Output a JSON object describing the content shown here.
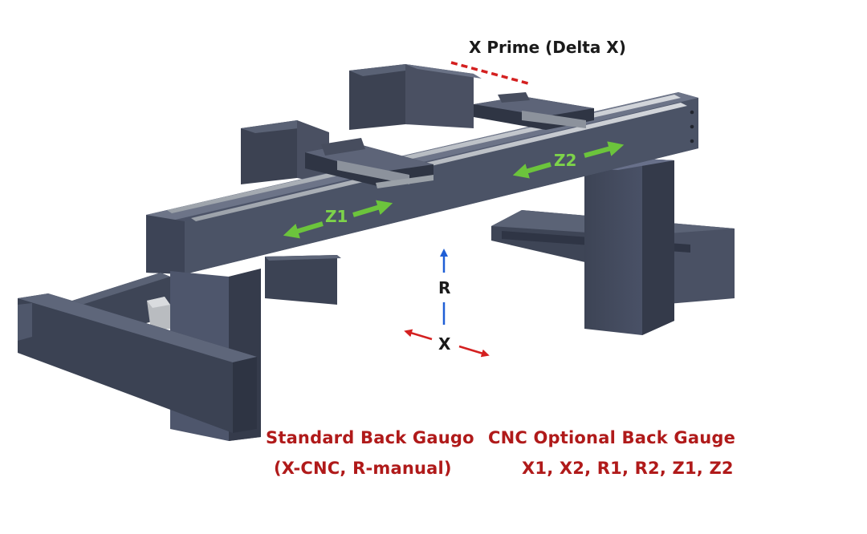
{
  "labels": {
    "x_prime": "X Prime (Delta X)",
    "z1": "Z1",
    "z2": "Z2",
    "r": "R",
    "x": "X"
  },
  "captions": {
    "standard_title": "Standard Back Gaugo",
    "standard_sub": "(X-CNC, R-manual)",
    "optional_title": "CNC Optional Back Gauge",
    "optional_sub": "X1, X2, R1, R2, Z1, Z2"
  },
  "colors": {
    "caption": "#b01a1a",
    "z_arrow": "#6cc43c",
    "r_arrow": "#1f5fd6",
    "x_arrow": "#d42020",
    "steel": "#4a5266",
    "steel_dark": "#363c4c",
    "steel_light": "#626b80"
  }
}
